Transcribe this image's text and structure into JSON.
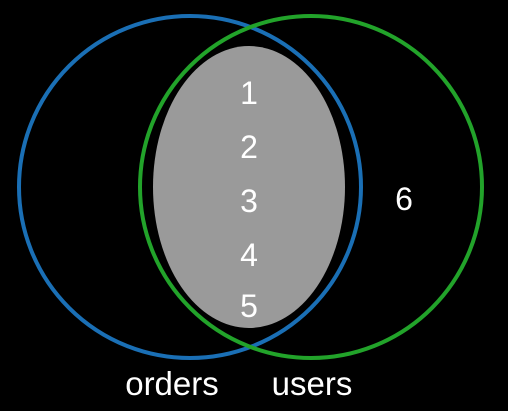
{
  "diagram": {
    "background_color": "#000000",
    "sets": [
      {
        "label": "orders",
        "color": "#1a6fb5"
      },
      {
        "label": "users",
        "color": "#22a32a"
      }
    ],
    "intersection": {
      "fill_color": "#9a9a9a",
      "values": [
        "1",
        "2",
        "3",
        "4",
        "5"
      ]
    },
    "users_only": {
      "values": [
        "6"
      ]
    },
    "text_color": "#ffffff"
  }
}
